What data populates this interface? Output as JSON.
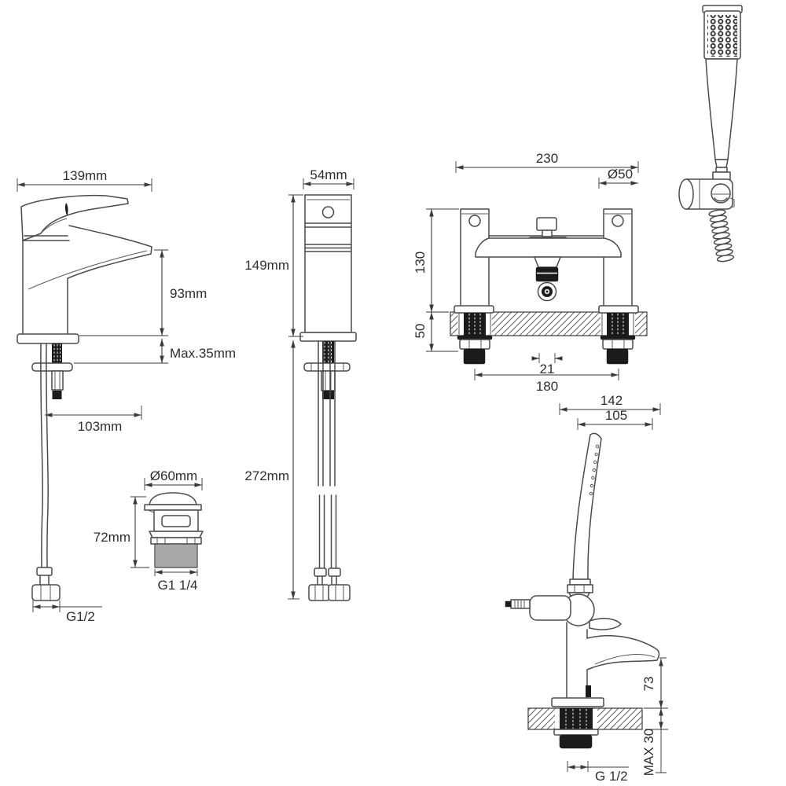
{
  "drawing": {
    "type": "technical-dimension-diagram",
    "colors": {
      "background": "#ffffff",
      "line": "#4a4a4a",
      "dark_fill": "#1b1b1b",
      "text": "#2e2e2e"
    },
    "labels": {
      "basin_side": {
        "width": "139mm",
        "spout_height": "93mm",
        "max_deck": "Max.35mm",
        "reach": "103mm",
        "inlet_thread": "G1/2"
      },
      "basin_front": {
        "width": "54mm",
        "body_height": "149mm",
        "hose_length": "272mm"
      },
      "waste": {
        "diameter": "Ø60mm",
        "height": "72mm",
        "thread": "G1 1/4"
      },
      "bath_front": {
        "overall_width": "230",
        "flange_diameter": "Ø50",
        "height_above_deck": "130",
        "height_below_deck": "50",
        "outlet_width": "21",
        "tap_centres": "180"
      },
      "bath_side": {
        "overall_reach": "142",
        "spout_reach": "105",
        "spout_height": "73",
        "max_deck": "MAX 30",
        "inlet_thread": "G 1/2"
      }
    }
  }
}
